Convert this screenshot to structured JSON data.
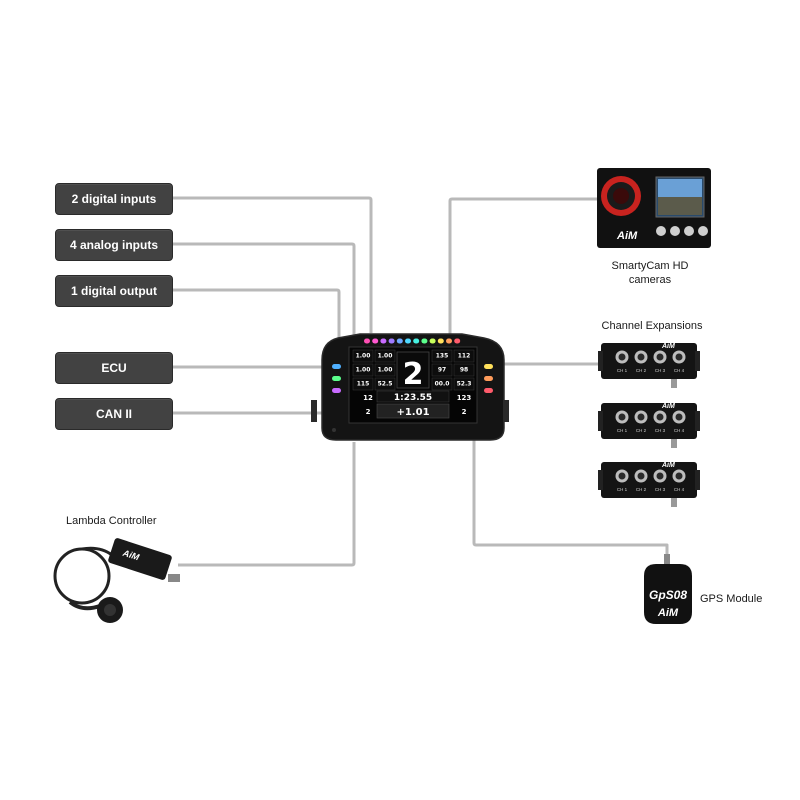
{
  "inputs": [
    {
      "label": "2 digital inputs"
    },
    {
      "label": "4 analog inputs"
    },
    {
      "label": "1 digital output"
    },
    {
      "label": "ECU"
    },
    {
      "label": "CAN II"
    }
  ],
  "peripherals": {
    "smartycam": {
      "line1": "SmartyCam HD",
      "line2": "cameras",
      "brand": "AiM"
    },
    "expansions": {
      "title": "Channel Expansions",
      "channel_labels": [
        "CH 1",
        "CH 2",
        "CH 3",
        "CH 4"
      ],
      "brand": "AiM"
    },
    "gps": {
      "label": "GPS Module",
      "model": "GpS08",
      "brand": "AiM"
    },
    "lambda": {
      "label": "Lambda Controller",
      "brand": "AiM"
    }
  },
  "dashboard": {
    "gear": "2",
    "lap_time": "1:23.55",
    "delta": "+1.01",
    "left_cells": [
      "1.00",
      "1.00",
      "1.00",
      "1.00",
      "115",
      "52.5"
    ],
    "right_cells": [
      "135",
      "112",
      "97",
      "98",
      "00.0",
      "52.3"
    ],
    "bottom_left": "12",
    "bottom_left2": "2",
    "bottom_right": "123",
    "bottom_right2": "2",
    "led_colors": [
      "#ff4fb4",
      "#ff58d0",
      "#c86bff",
      "#9f7bff",
      "#6fa8ff",
      "#4fd8ff",
      "#46f0e0",
      "#5bff8c",
      "#c8ff5b",
      "#ffe05b",
      "#ff9c5b",
      "#ff5b6b"
    ]
  },
  "colors": {
    "connector_line": "#b9b9b9",
    "box_fill": "#424242"
  }
}
